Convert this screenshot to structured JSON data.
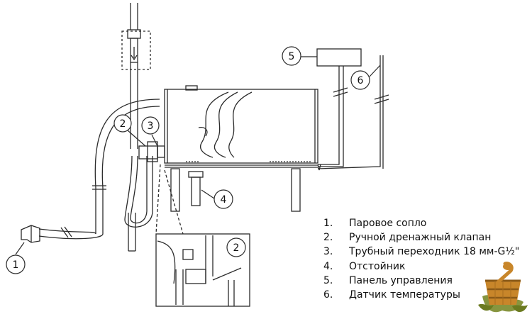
{
  "callouts": [
    "1",
    "2",
    "3",
    "4",
    "5",
    "6",
    "2"
  ],
  "legend": [
    {
      "num": "1.",
      "text": "Паровое сопло"
    },
    {
      "num": "2.",
      "text": "Ручной дренажный клапан"
    },
    {
      "num": "3.",
      "text": "Трубный переходник 18 мм-G½\""
    },
    {
      "num": "4.",
      "text": "Отстойник"
    },
    {
      "num": "5.",
      "text": "Панель управления"
    },
    {
      "num": "6.",
      "text": "Датчик температуры"
    }
  ],
  "colors": {
    "line": "#2b2b2b",
    "logo_wood": "#c8862a",
    "logo_leaf": "#7a8a2a"
  },
  "icons": {
    "logo": "sauna-bucket-logo-icon"
  }
}
